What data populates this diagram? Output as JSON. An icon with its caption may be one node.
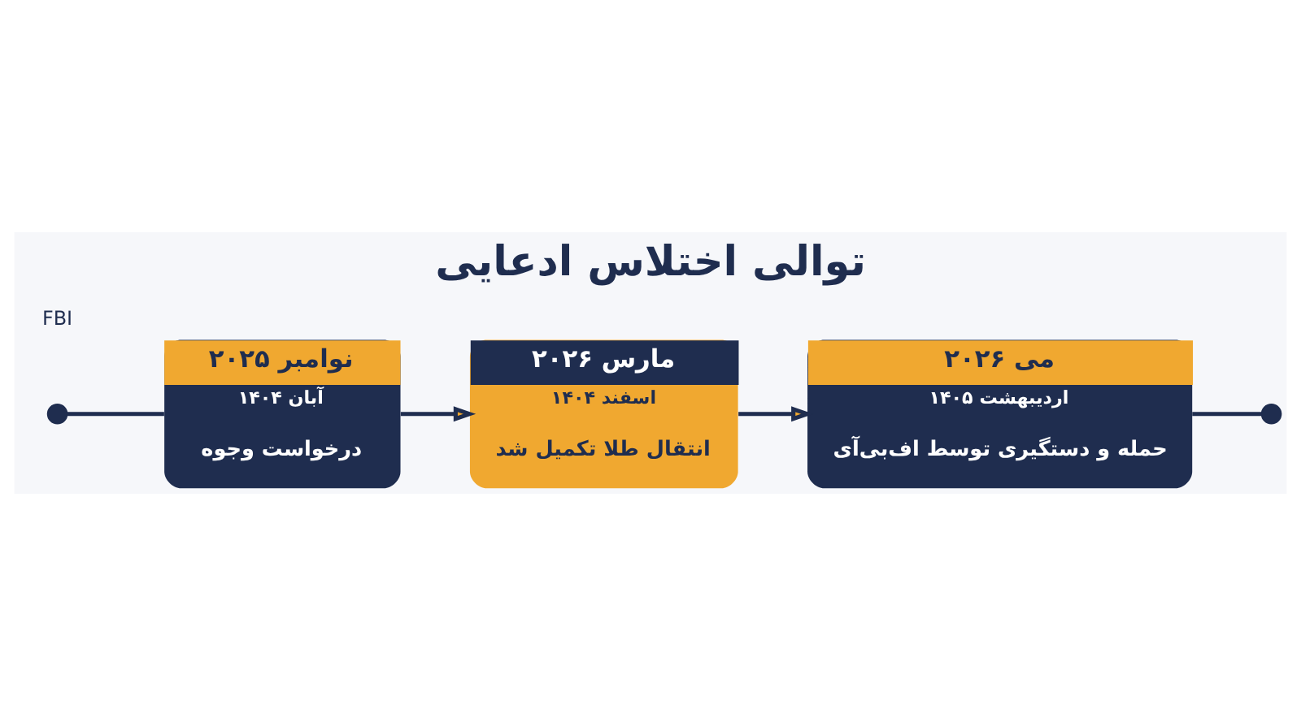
{
  "diagram": {
    "title": "توالی اختلاس ادعایی",
    "nodes": [
      {
        "text": [],
        "shape": "circle"
      },
      {
        "text": [
          "نوامبر ۲۰۲۵",
          "آبان ۱۴۰۴",
          "درخواست وجوه"
        ]
      },
      {
        "text": [
          "مارس ۲۰۲۶",
          "اسفند ۱۴۰۴",
          "انتقال طلا تکمیل شد"
        ]
      },
      {
        "text": [
          "می ۲۰۲۶",
          "اردیبهشت ۱۴۰۵",
          "حمله و دستگیری توسط اف‌بی‌آی"
        ]
      },
      {
        "text": [],
        "shape": "circle"
      }
    ],
    "edges": [
      {
        "from": 0,
        "to": 1,
        "arrow": "none"
      },
      {
        "from": 1,
        "to": 2,
        "arrow": "to"
      },
      {
        "from": 2,
        "to": 3,
        "arrow": "to"
      },
      {
        "from": 3,
        "to": 4,
        "arrow": "none"
      }
    ],
    "labels": [
      "FBI"
    ]
  }
}
